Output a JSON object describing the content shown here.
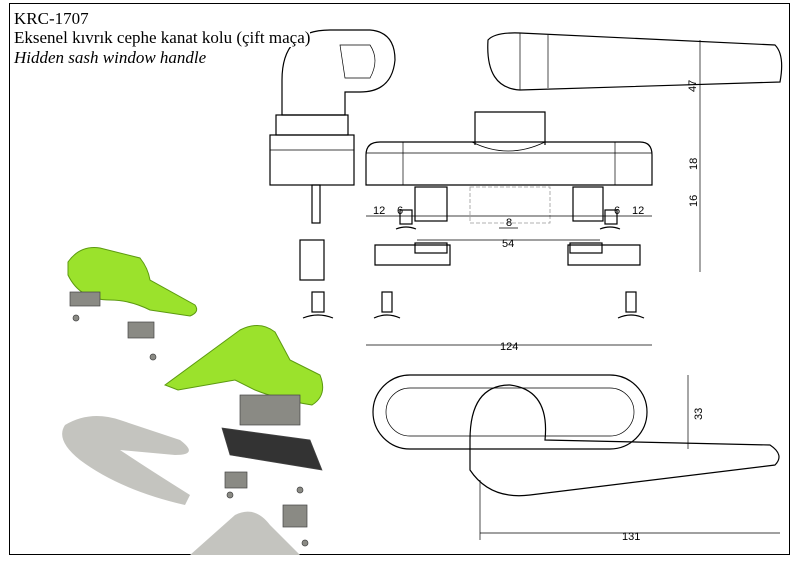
{
  "header": {
    "code": "KRC-1707",
    "name_tr": "Eksenel kıvrık cephe kanat kolu (çift maça)",
    "name_en": "Hidden sash window handle"
  },
  "dimensions": {
    "handle_height": "47",
    "base_height": "18",
    "spindle_height": "16",
    "left_offset": "12",
    "left_screw": "6",
    "spindle_width": "8",
    "screw_spacing": "54",
    "right_screw": "6",
    "right_offset": "12",
    "base_length": "124",
    "base_width": "33",
    "handle_length": "131"
  },
  "colors": {
    "handle_green": "#9be22c",
    "part_gray": "#8a8a84",
    "shadow": "#bdbdb8"
  }
}
